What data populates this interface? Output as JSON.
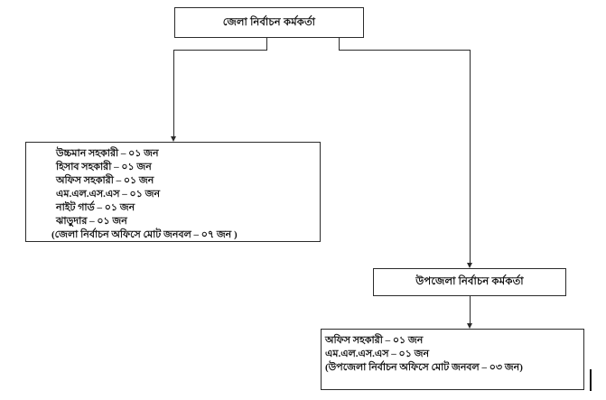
{
  "diagram": {
    "type": "organization-chart",
    "orientation": "top-down",
    "background_color": "#ffffff",
    "line_color": "#2b2b2b",
    "text_color": "#111111",
    "nodes": {
      "district_officer": {
        "title": "জেলা নির্বাচন কর্মকর্তা"
      },
      "district_staff": {
        "lines": [
          "উচ্চমান সহকারী – ০১ জন",
          "হিসাব সহকারী – ০১ জন",
          "অফিস সহকারী – ০১ জন",
          "এম.এল.এস.এস – ০১ জন",
          "নাইট গার্ড – ০১ জন",
          "ঝাড়ুদার – ০১ জন",
          "(জেলা নির্বাচন অফিসে মোট জনবল – ০৭ জন )"
        ]
      },
      "upazila_officer": {
        "title": "উপজেলা নির্বাচন কর্মকর্তা"
      },
      "upazila_staff": {
        "lines": [
          "অফিস সহকারী – ০১ জন",
          "এম.এল.এস.এস – ০১ জন",
          "(উপজেলা নির্বাচন অফিসে মোট জনবল – ০৩ জন)"
        ]
      }
    },
    "edges": [
      {
        "from": "district_officer",
        "to": "district_staff"
      },
      {
        "from": "district_officer",
        "to": "upazila_officer"
      },
      {
        "from": "upazila_officer",
        "to": "upazila_staff"
      }
    ]
  }
}
